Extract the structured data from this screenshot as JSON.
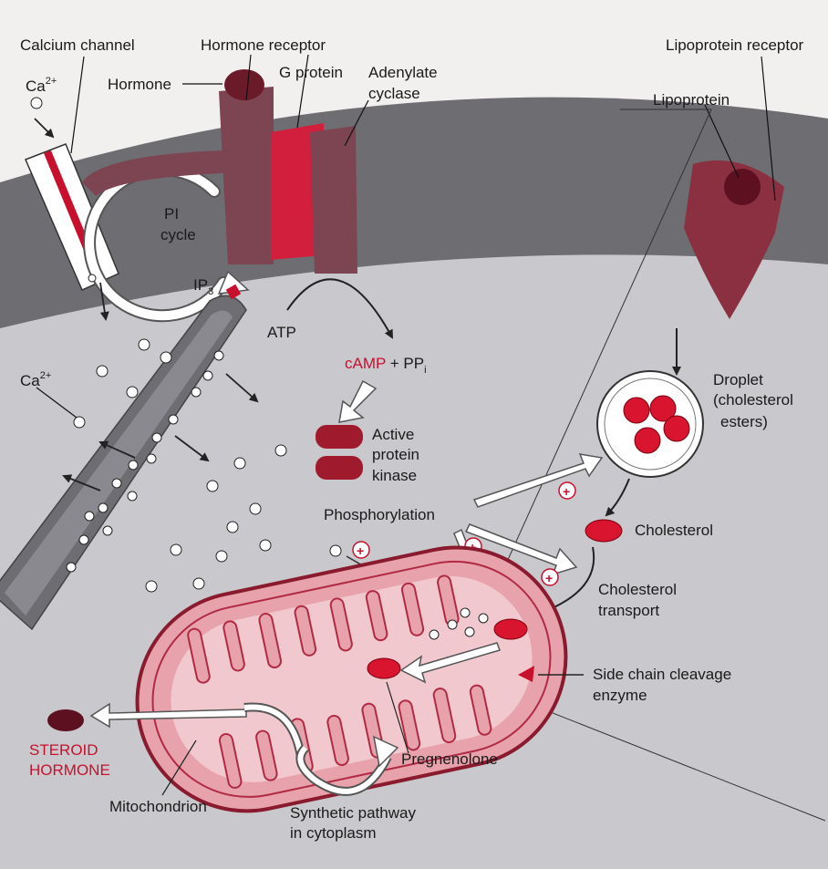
{
  "labels": {
    "calcium_channel": "Calcium channel",
    "hormone_receptor": "Hormone receptor",
    "hormone": "Hormone",
    "g_protein": "G protein",
    "adenylate": "Adenylate",
    "cyclase": "cyclase",
    "lipoprotein_receptor": "Lipoprotein receptor",
    "lipoprotein": "Lipoprotein",
    "ca_top": "Ca",
    "ca_top_sup": "2+",
    "ca_mid": "Ca",
    "ca_mid_sup": "2+",
    "pi": "PI",
    "cycle": "cycle",
    "ip": "IP",
    "ip_sub": "3",
    "atp": "ATP",
    "camp": "cAMP",
    "plus_ppi": " + PP",
    "ppi_sub": "i",
    "active": "Active",
    "protein": "protein",
    "kinase": "kinase",
    "droplet": "Droplet",
    "cholesterol_paren": "(cholesterol",
    "esters": "esters)",
    "phosphorylation": "Phosphorylation",
    "cholesterol": "Cholesterol",
    "cholesterol_transport_1": "Cholesterol",
    "cholesterol_transport_2": "transport",
    "side_chain_1": "Side chain cleavage",
    "side_chain_2": "enzyme",
    "steroid": "STEROID",
    "hormone_out": "HORMONE",
    "pregnenolone": "Pregnenolone",
    "mitochondrion": "Mitochondrion",
    "synthetic_1": "Synthetic pathway",
    "synthetic_2": "in cytoplasm",
    "plus": "+"
  },
  "colors": {
    "membrane": "#6e6d72",
    "cytoplasm": "#c9c8cc",
    "accent_red": "#c8102e",
    "dark_maroon": "#6b1a2a",
    "receptor": "#7d4552",
    "mito_fill": "#e7a2ab"
  }
}
